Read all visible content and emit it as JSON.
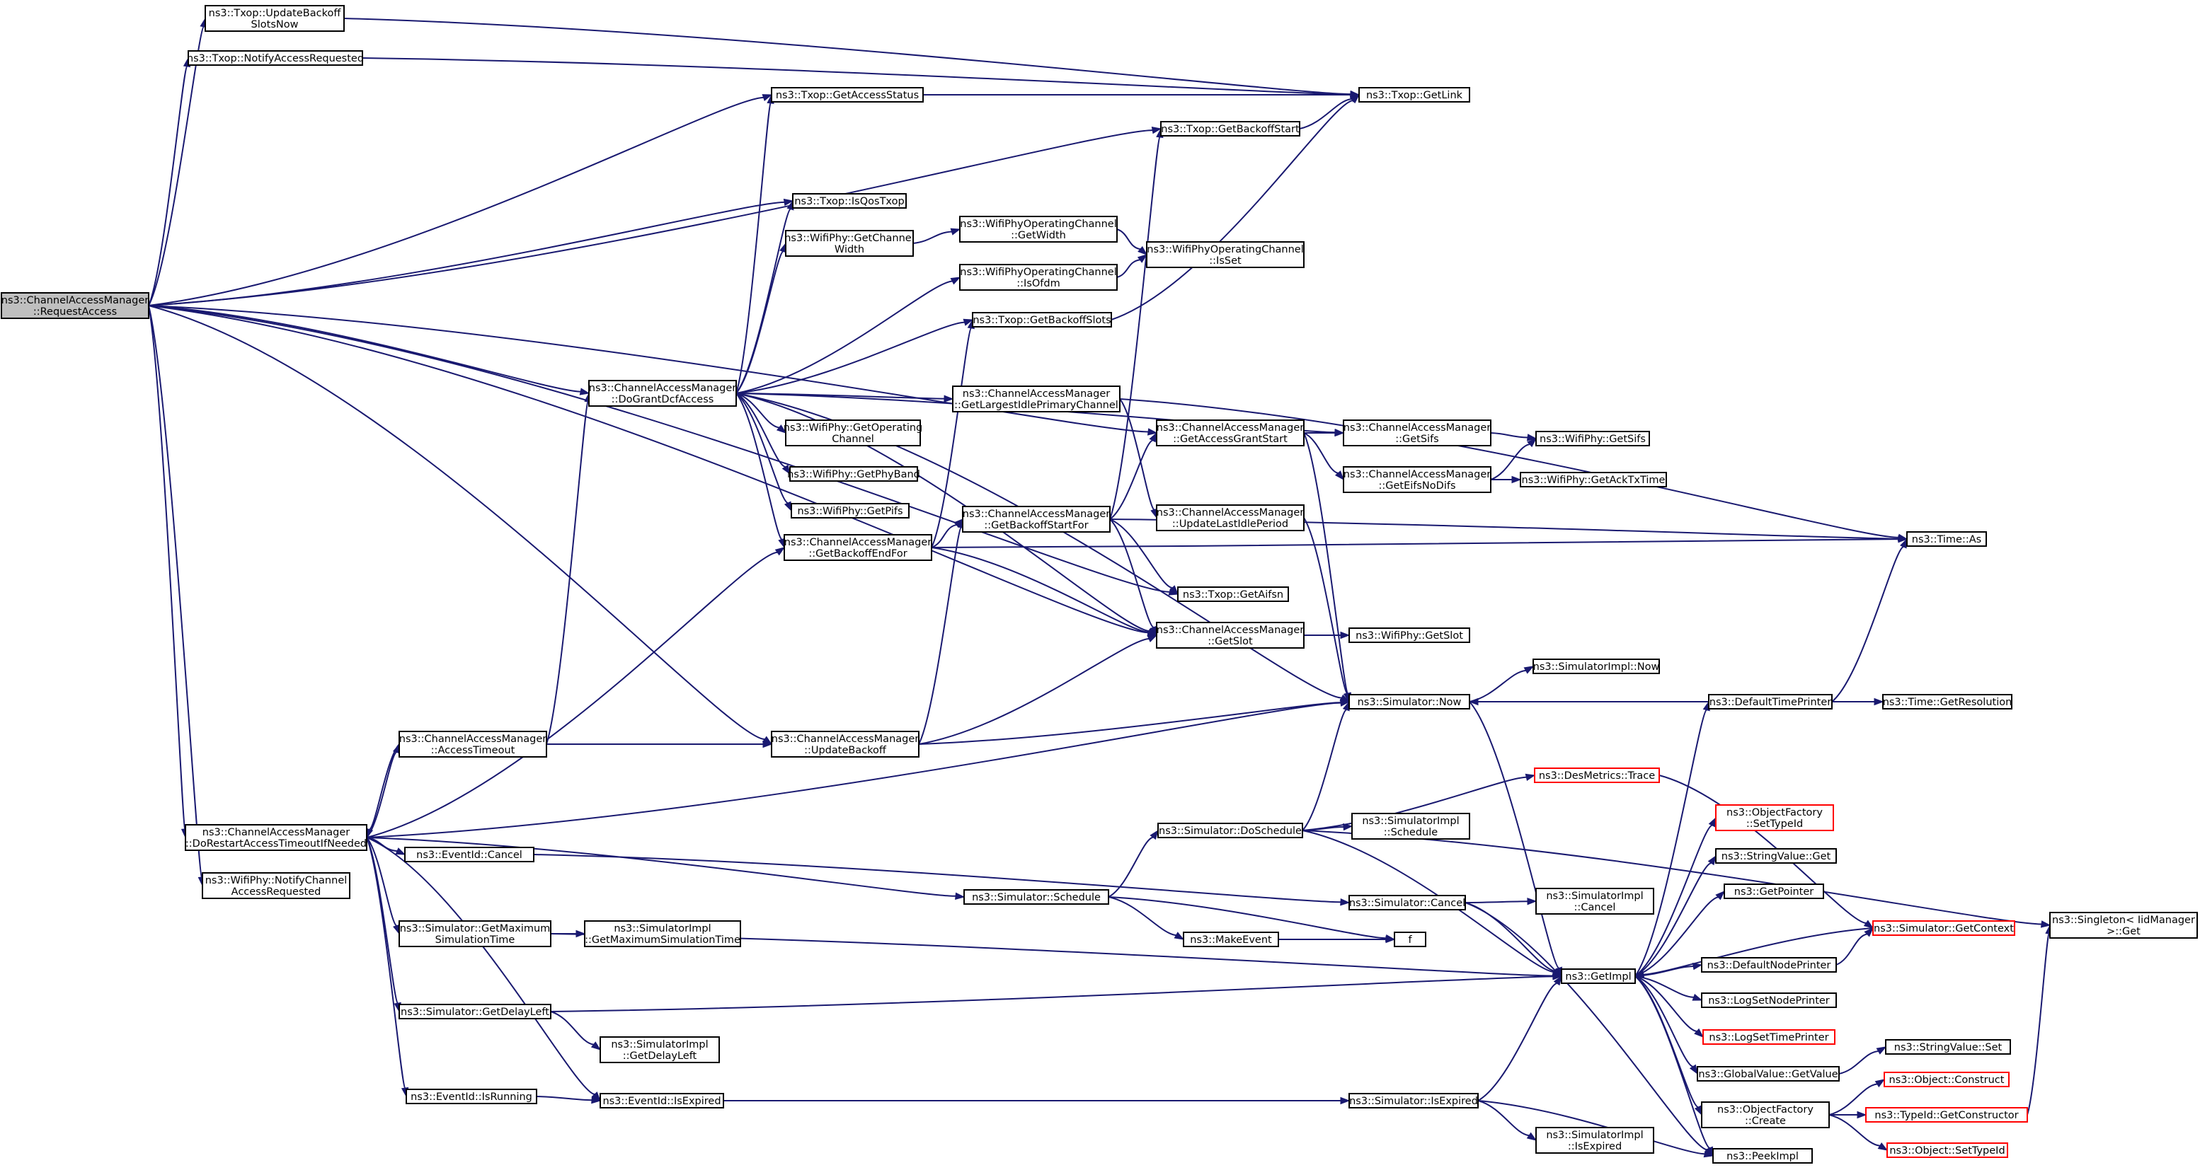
{
  "graph": {
    "root": "request_access",
    "nodes": [
      {
        "id": "request_access",
        "lines": [
          "ns3::ChannelAccessManager",
          "::RequestAccess"
        ],
        "style": "root"
      },
      {
        "id": "update_backoff_slots_now",
        "lines": [
          "ns3::Txop::UpdateBackoff",
          "SlotsNow"
        ]
      },
      {
        "id": "notify_access_requested",
        "lines": [
          "ns3::Txop::NotifyAccessRequested"
        ]
      },
      {
        "id": "get_access_status",
        "lines": [
          "ns3::Txop::GetAccessStatus"
        ]
      },
      {
        "id": "get_link",
        "lines": [
          "ns3::Txop::GetLink"
        ]
      },
      {
        "id": "get_backoff_start",
        "lines": [
          "ns3::Txop::GetBackoffStart"
        ]
      },
      {
        "id": "is_qos_txop",
        "lines": [
          "ns3::Txop::IsQosTxop"
        ]
      },
      {
        "id": "phy_get_channel_width",
        "lines": [
          "ns3::WifiPhy::GetChannel",
          "Width"
        ]
      },
      {
        "id": "opch_get_width",
        "lines": [
          "ns3::WifiPhyOperatingChannel",
          "::GetWidth"
        ]
      },
      {
        "id": "opch_is_set",
        "lines": [
          "ns3::WifiPhyOperatingChannel",
          "::IsSet"
        ]
      },
      {
        "id": "opch_is_ofdm",
        "lines": [
          "ns3::WifiPhyOperatingChannel",
          "::IsOfdm"
        ]
      },
      {
        "id": "get_backoff_slots",
        "lines": [
          "ns3::Txop::GetBackoffSlots"
        ]
      },
      {
        "id": "do_grant_dcf_access",
        "lines": [
          "ns3::ChannelAccessManager",
          "::DoGrantDcfAccess"
        ]
      },
      {
        "id": "get_largest_idle_primary_channel",
        "lines": [
          "ns3::ChannelAccessManager",
          "::GetLargestIdlePrimaryChannel"
        ]
      },
      {
        "id": "get_access_grant_start",
        "lines": [
          "ns3::ChannelAccessManager",
          "::GetAccessGrantStart"
        ]
      },
      {
        "id": "cam_get_sifs",
        "lines": [
          "ns3::ChannelAccessManager",
          "::GetSifs"
        ]
      },
      {
        "id": "phy_get_sifs",
        "lines": [
          "ns3::WifiPhy::GetSifs"
        ]
      },
      {
        "id": "get_eifs_no_difs",
        "lines": [
          "ns3::ChannelAccessManager",
          "::GetEifsNoDifs"
        ]
      },
      {
        "id": "phy_get_ack_tx_time",
        "lines": [
          "ns3::WifiPhy::GetAckTxTime"
        ]
      },
      {
        "id": "phy_get_operating_channel",
        "lines": [
          "ns3::WifiPhy::GetOperating",
          "Channel"
        ]
      },
      {
        "id": "phy_get_phy_band",
        "lines": [
          "ns3::WifiPhy::GetPhyBand"
        ]
      },
      {
        "id": "phy_get_pifs",
        "lines": [
          "ns3::WifiPhy::GetPifs"
        ]
      },
      {
        "id": "get_backoff_end_for",
        "lines": [
          "ns3::ChannelAccessManager",
          "::GetBackoffEndFor"
        ]
      },
      {
        "id": "get_backoff_start_for",
        "lines": [
          "ns3::ChannelAccessManager",
          "::GetBackoffStartFor"
        ]
      },
      {
        "id": "update_last_idle_period",
        "lines": [
          "ns3::ChannelAccessManager",
          "::UpdateLastIdlePeriod"
        ]
      },
      {
        "id": "time_as",
        "lines": [
          "ns3::Time::As"
        ]
      },
      {
        "id": "get_aifsn",
        "lines": [
          "ns3::Txop::GetAifsn"
        ]
      },
      {
        "id": "cam_get_slot",
        "lines": [
          "ns3::ChannelAccessManager",
          "::GetSlot"
        ]
      },
      {
        "id": "phy_get_slot",
        "lines": [
          "ns3::WifiPhy::GetSlot"
        ]
      },
      {
        "id": "simimpl_now",
        "lines": [
          "ns3::SimulatorImpl::Now"
        ]
      },
      {
        "id": "sim_now",
        "lines": [
          "ns3::Simulator::Now"
        ]
      },
      {
        "id": "default_time_printer",
        "lines": [
          "ns3::DefaultTimePrinter"
        ]
      },
      {
        "id": "time_get_resolution",
        "lines": [
          "ns3::Time::GetResolution"
        ]
      },
      {
        "id": "access_timeout",
        "lines": [
          "ns3::ChannelAccessManager",
          "::AccessTimeout"
        ]
      },
      {
        "id": "update_backoff",
        "lines": [
          "ns3::ChannelAccessManager",
          "::UpdateBackoff"
        ]
      },
      {
        "id": "des_metrics_trace",
        "lines": [
          "ns3::DesMetrics::Trace"
        ],
        "style": "red"
      },
      {
        "id": "do_restart_access_timeout",
        "lines": [
          "ns3::ChannelAccessManager",
          "::DoRestartAccessTimeoutIfNeeded"
        ]
      },
      {
        "id": "sim_do_schedule",
        "lines": [
          "ns3::Simulator::DoSchedule"
        ]
      },
      {
        "id": "simimpl_schedule",
        "lines": [
          "ns3::SimulatorImpl",
          "::Schedule"
        ]
      },
      {
        "id": "of_set_type_id",
        "lines": [
          "ns3::ObjectFactory",
          "::SetTypeId"
        ],
        "style": "red"
      },
      {
        "id": "phy_notify_channel_access_requested",
        "lines": [
          "ns3::WifiPhy::NotifyChannel",
          "AccessRequested"
        ]
      },
      {
        "id": "event_id_cancel",
        "lines": [
          "ns3::EventId::Cancel"
        ]
      },
      {
        "id": "string_value_get",
        "lines": [
          "ns3::StringValue::Get"
        ]
      },
      {
        "id": "sim_schedule",
        "lines": [
          "ns3::Simulator::Schedule"
        ]
      },
      {
        "id": "sim_cancel",
        "lines": [
          "ns3::Simulator::Cancel"
        ]
      },
      {
        "id": "simimpl_cancel",
        "lines": [
          "ns3::SimulatorImpl",
          "::Cancel"
        ]
      },
      {
        "id": "get_pointer",
        "lines": [
          "ns3::GetPointer"
        ]
      },
      {
        "id": "singleton_get",
        "lines": [
          "ns3::Singleton< IidManager",
          " >::Get"
        ]
      },
      {
        "id": "sim_get_context",
        "lines": [
          "ns3::Simulator::GetContext"
        ],
        "style": "red"
      },
      {
        "id": "sim_get_maximum_simulation_time",
        "lines": [
          "ns3::Simulator::GetMaximum",
          "SimulationTime"
        ]
      },
      {
        "id": "simimpl_get_maximum_simulation_time",
        "lines": [
          "ns3::SimulatorImpl",
          "::GetMaximumSimulationTime"
        ]
      },
      {
        "id": "make_event",
        "lines": [
          "ns3::MakeEvent"
        ]
      },
      {
        "id": "f",
        "lines": [
          "f"
        ]
      },
      {
        "id": "get_impl",
        "lines": [
          "ns3::GetImpl"
        ]
      },
      {
        "id": "default_node_printer",
        "lines": [
          "ns3::DefaultNodePrinter"
        ]
      },
      {
        "id": "sim_get_delay_left",
        "lines": [
          "ns3::Simulator::GetDelayLeft"
        ]
      },
      {
        "id": "log_set_node_printer",
        "lines": [
          "ns3::LogSetNodePrinter"
        ]
      },
      {
        "id": "simimpl_get_delay_left",
        "lines": [
          "ns3::SimulatorImpl",
          "::GetDelayLeft"
        ]
      },
      {
        "id": "log_set_time_printer",
        "lines": [
          "ns3::LogSetTimePrinter"
        ],
        "style": "red"
      },
      {
        "id": "string_value_set",
        "lines": [
          "ns3::StringValue::Set"
        ]
      },
      {
        "id": "global_value_get_value",
        "lines": [
          "ns3::GlobalValue::GetValue"
        ]
      },
      {
        "id": "object_construct",
        "lines": [
          "ns3::Object::Construct"
        ],
        "style": "red"
      },
      {
        "id": "event_id_is_running",
        "lines": [
          "ns3::EventId::IsRunning"
        ]
      },
      {
        "id": "event_id_is_expired",
        "lines": [
          "ns3::EventId::IsExpired"
        ]
      },
      {
        "id": "sim_is_expired",
        "lines": [
          "ns3::Simulator::IsExpired"
        ]
      },
      {
        "id": "of_create",
        "lines": [
          "ns3::ObjectFactory",
          "::Create"
        ]
      },
      {
        "id": "type_id_get_constructor",
        "lines": [
          "ns3::TypeId::GetConstructor"
        ],
        "style": "red"
      },
      {
        "id": "object_set_type_id",
        "lines": [
          "ns3::Object::SetTypeId"
        ],
        "style": "red"
      },
      {
        "id": "simimpl_is_expired",
        "lines": [
          "ns3::SimulatorImpl",
          "::IsExpired"
        ]
      },
      {
        "id": "peek_impl",
        "lines": [
          "ns3::PeekImpl"
        ]
      }
    ],
    "edges": [
      [
        "request_access",
        "update_backoff_slots_now"
      ],
      [
        "request_access",
        "notify_access_requested"
      ],
      [
        "request_access",
        "get_access_status"
      ],
      [
        "request_access",
        "get_backoff_start"
      ],
      [
        "request_access",
        "is_qos_txop"
      ],
      [
        "request_access",
        "get_access_grant_start"
      ],
      [
        "request_access",
        "do_grant_dcf_access"
      ],
      [
        "request_access",
        "get_aifsn"
      ],
      [
        "request_access",
        "cam_get_slot"
      ],
      [
        "request_access",
        "update_backoff"
      ],
      [
        "request_access",
        "do_restart_access_timeout"
      ],
      [
        "request_access",
        "phy_notify_channel_access_requested"
      ],
      [
        "update_backoff_slots_now",
        "get_link"
      ],
      [
        "notify_access_requested",
        "get_link"
      ],
      [
        "get_access_status",
        "get_link"
      ],
      [
        "get_backoff_start",
        "get_link"
      ],
      [
        "get_backoff_slots",
        "get_link"
      ],
      [
        "do_grant_dcf_access",
        "get_access_status"
      ],
      [
        "do_grant_dcf_access",
        "is_qos_txop"
      ],
      [
        "do_grant_dcf_access",
        "phy_get_channel_width"
      ],
      [
        "do_grant_dcf_access",
        "opch_is_ofdm"
      ],
      [
        "do_grant_dcf_access",
        "get_backoff_slots"
      ],
      [
        "do_grant_dcf_access",
        "get_largest_idle_primary_channel"
      ],
      [
        "do_grant_dcf_access",
        "cam_get_sifs"
      ],
      [
        "do_grant_dcf_access",
        "phy_get_operating_channel"
      ],
      [
        "do_grant_dcf_access",
        "phy_get_phy_band"
      ],
      [
        "do_grant_dcf_access",
        "phy_get_pifs"
      ],
      [
        "do_grant_dcf_access",
        "get_backoff_end_for"
      ],
      [
        "do_grant_dcf_access",
        "cam_get_slot"
      ],
      [
        "do_grant_dcf_access",
        "sim_now"
      ],
      [
        "phy_get_channel_width",
        "opch_get_width"
      ],
      [
        "opch_get_width",
        "opch_is_set"
      ],
      [
        "opch_is_ofdm",
        "opch_is_set"
      ],
      [
        "get_largest_idle_primary_channel",
        "time_as"
      ],
      [
        "get_largest_idle_primary_channel",
        "update_last_idle_period"
      ],
      [
        "get_access_grant_start",
        "cam_get_sifs"
      ],
      [
        "get_access_grant_start",
        "get_eifs_no_difs"
      ],
      [
        "get_access_grant_start",
        "sim_now"
      ],
      [
        "cam_get_sifs",
        "phy_get_sifs"
      ],
      [
        "get_eifs_no_difs",
        "phy_get_sifs"
      ],
      [
        "get_eifs_no_difs",
        "phy_get_ack_tx_time"
      ],
      [
        "get_backoff_end_for",
        "get_backoff_slots"
      ],
      [
        "get_backoff_end_for",
        "get_backoff_start_for"
      ],
      [
        "get_backoff_end_for",
        "time_as"
      ],
      [
        "get_backoff_end_for",
        "cam_get_slot"
      ],
      [
        "get_backoff_start_for",
        "get_backoff_start"
      ],
      [
        "get_backoff_start_for",
        "get_access_grant_start"
      ],
      [
        "get_backoff_start_for",
        "time_as"
      ],
      [
        "get_backoff_start_for",
        "get_aifsn"
      ],
      [
        "get_backoff_start_for",
        "cam_get_slot"
      ],
      [
        "update_last_idle_period",
        "sim_now"
      ],
      [
        "cam_get_slot",
        "phy_get_slot"
      ],
      [
        "sim_now",
        "simimpl_now"
      ],
      [
        "sim_now",
        "get_impl"
      ],
      [
        "default_time_printer",
        "sim_now"
      ],
      [
        "default_time_printer",
        "time_get_resolution"
      ],
      [
        "default_time_printer",
        "time_as"
      ],
      [
        "access_timeout",
        "do_grant_dcf_access"
      ],
      [
        "access_timeout",
        "update_backoff"
      ],
      [
        "access_timeout",
        "do_restart_access_timeout"
      ],
      [
        "update_backoff",
        "get_backoff_start_for"
      ],
      [
        "update_backoff",
        "cam_get_slot"
      ],
      [
        "update_backoff",
        "sim_now"
      ],
      [
        "do_restart_access_timeout",
        "access_timeout"
      ],
      [
        "do_restart_access_timeout",
        "get_backoff_end_for"
      ],
      [
        "do_restart_access_timeout",
        "sim_now"
      ],
      [
        "do_restart_access_timeout",
        "event_id_cancel"
      ],
      [
        "do_restart_access_timeout",
        "sim_schedule"
      ],
      [
        "do_restart_access_timeout",
        "sim_get_maximum_simulation_time"
      ],
      [
        "do_restart_access_timeout",
        "sim_get_delay_left"
      ],
      [
        "do_restart_access_timeout",
        "event_id_is_running"
      ],
      [
        "do_restart_access_timeout",
        "event_id_is_expired"
      ],
      [
        "event_id_cancel",
        "sim_cancel"
      ],
      [
        "sim_schedule",
        "sim_do_schedule"
      ],
      [
        "sim_schedule",
        "make_event"
      ],
      [
        "sim_schedule",
        "f"
      ],
      [
        "make_event",
        "f"
      ],
      [
        "sim_do_schedule",
        "sim_now"
      ],
      [
        "sim_do_schedule",
        "des_metrics_trace"
      ],
      [
        "sim_do_schedule",
        "simimpl_schedule"
      ],
      [
        "sim_do_schedule",
        "get_impl"
      ],
      [
        "sim_do_schedule",
        "singleton_get"
      ],
      [
        "des_metrics_trace",
        "sim_get_context"
      ],
      [
        "sim_cancel",
        "simimpl_cancel"
      ],
      [
        "sim_cancel",
        "get_impl"
      ],
      [
        "sim_cancel",
        "peek_impl"
      ],
      [
        "sim_get_maximum_simulation_time",
        "simimpl_get_maximum_simulation_time"
      ],
      [
        "sim_get_maximum_simulation_time",
        "get_impl"
      ],
      [
        "sim_get_delay_left",
        "simimpl_get_delay_left"
      ],
      [
        "sim_get_delay_left",
        "get_impl"
      ],
      [
        "event_id_is_running",
        "event_id_is_expired"
      ],
      [
        "event_id_is_expired",
        "sim_is_expired"
      ],
      [
        "sim_is_expired",
        "get_impl"
      ],
      [
        "sim_is_expired",
        "simimpl_is_expired"
      ],
      [
        "sim_is_expired",
        "peek_impl"
      ],
      [
        "get_impl",
        "default_time_printer"
      ],
      [
        "get_impl",
        "of_set_type_id"
      ],
      [
        "get_impl",
        "string_value_get"
      ],
      [
        "get_impl",
        "get_pointer"
      ],
      [
        "get_impl",
        "default_node_printer"
      ],
      [
        "get_impl",
        "log_set_node_printer"
      ],
      [
        "get_impl",
        "log_set_time_printer"
      ],
      [
        "get_impl",
        "global_value_get_value"
      ],
      [
        "get_impl",
        "of_create"
      ],
      [
        "get_impl",
        "peek_impl"
      ],
      [
        "sim_get_context",
        "get_impl"
      ],
      [
        "default_node_printer",
        "sim_get_context"
      ],
      [
        "global_value_get_value",
        "string_value_set"
      ],
      [
        "of_create",
        "object_construct"
      ],
      [
        "of_create",
        "type_id_get_constructor"
      ],
      [
        "of_create",
        "object_set_type_id"
      ],
      [
        "type_id_get_constructor",
        "singleton_get"
      ]
    ]
  }
}
